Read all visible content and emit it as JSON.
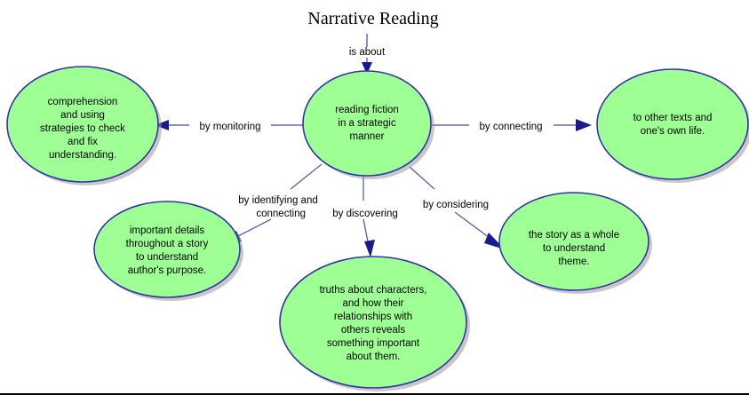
{
  "title": "Narrative Reading",
  "colors": {
    "node_fill": "#9eff94",
    "node_border": "#3333aa",
    "link_line": "#7b7bbd",
    "arrow_head": "#1a1a8c",
    "text": "#000000",
    "background": "#ffffff"
  },
  "nodes": {
    "center": {
      "id": "reading-fiction-strategic",
      "lines": [
        "reading fiction",
        "in a strategic",
        "manner"
      ]
    },
    "left": {
      "id": "comprehension-monitoring",
      "lines": [
        "comprehension",
        "and using",
        "strategies to check",
        "and fix",
        "understanding."
      ]
    },
    "right": {
      "id": "other-texts-own-life",
      "lines": [
        "to other texts and",
        "one's own life."
      ]
    },
    "lower_left": {
      "id": "important-details-authors-purpose",
      "lines": [
        "important details",
        "throughout a story",
        "to understand",
        "author's purpose."
      ]
    },
    "bottom": {
      "id": "truths-about-characters",
      "lines": [
        "truths about characters,",
        "and how their",
        "relationships with",
        "others reveals",
        "something important",
        "about them."
      ]
    },
    "lower_right": {
      "id": "story-as-a-whole-theme",
      "lines": [
        "the story as a whole",
        "to understand",
        "theme."
      ]
    }
  },
  "links": {
    "is_about": {
      "label": "is about",
      "from": "Narrative Reading",
      "to": "reading-fiction-strategic"
    },
    "by_monitoring": {
      "label": "by monitoring",
      "from": "reading-fiction-strategic",
      "to": "comprehension-monitoring"
    },
    "by_connecting": {
      "label": "by connecting",
      "from": "reading-fiction-strategic",
      "to": "other-texts-own-life"
    },
    "by_identifying_and_connecting": {
      "label_line1": "by identifying and",
      "label_line2": "connecting",
      "from": "reading-fiction-strategic",
      "to": "important-details-authors-purpose"
    },
    "by_discovering": {
      "label": "by discovering",
      "from": "reading-fiction-strategic",
      "to": "truths-about-characters"
    },
    "by_considering": {
      "label": "by considering",
      "from": "reading-fiction-strategic",
      "to": "story-as-a-whole-theme"
    }
  }
}
